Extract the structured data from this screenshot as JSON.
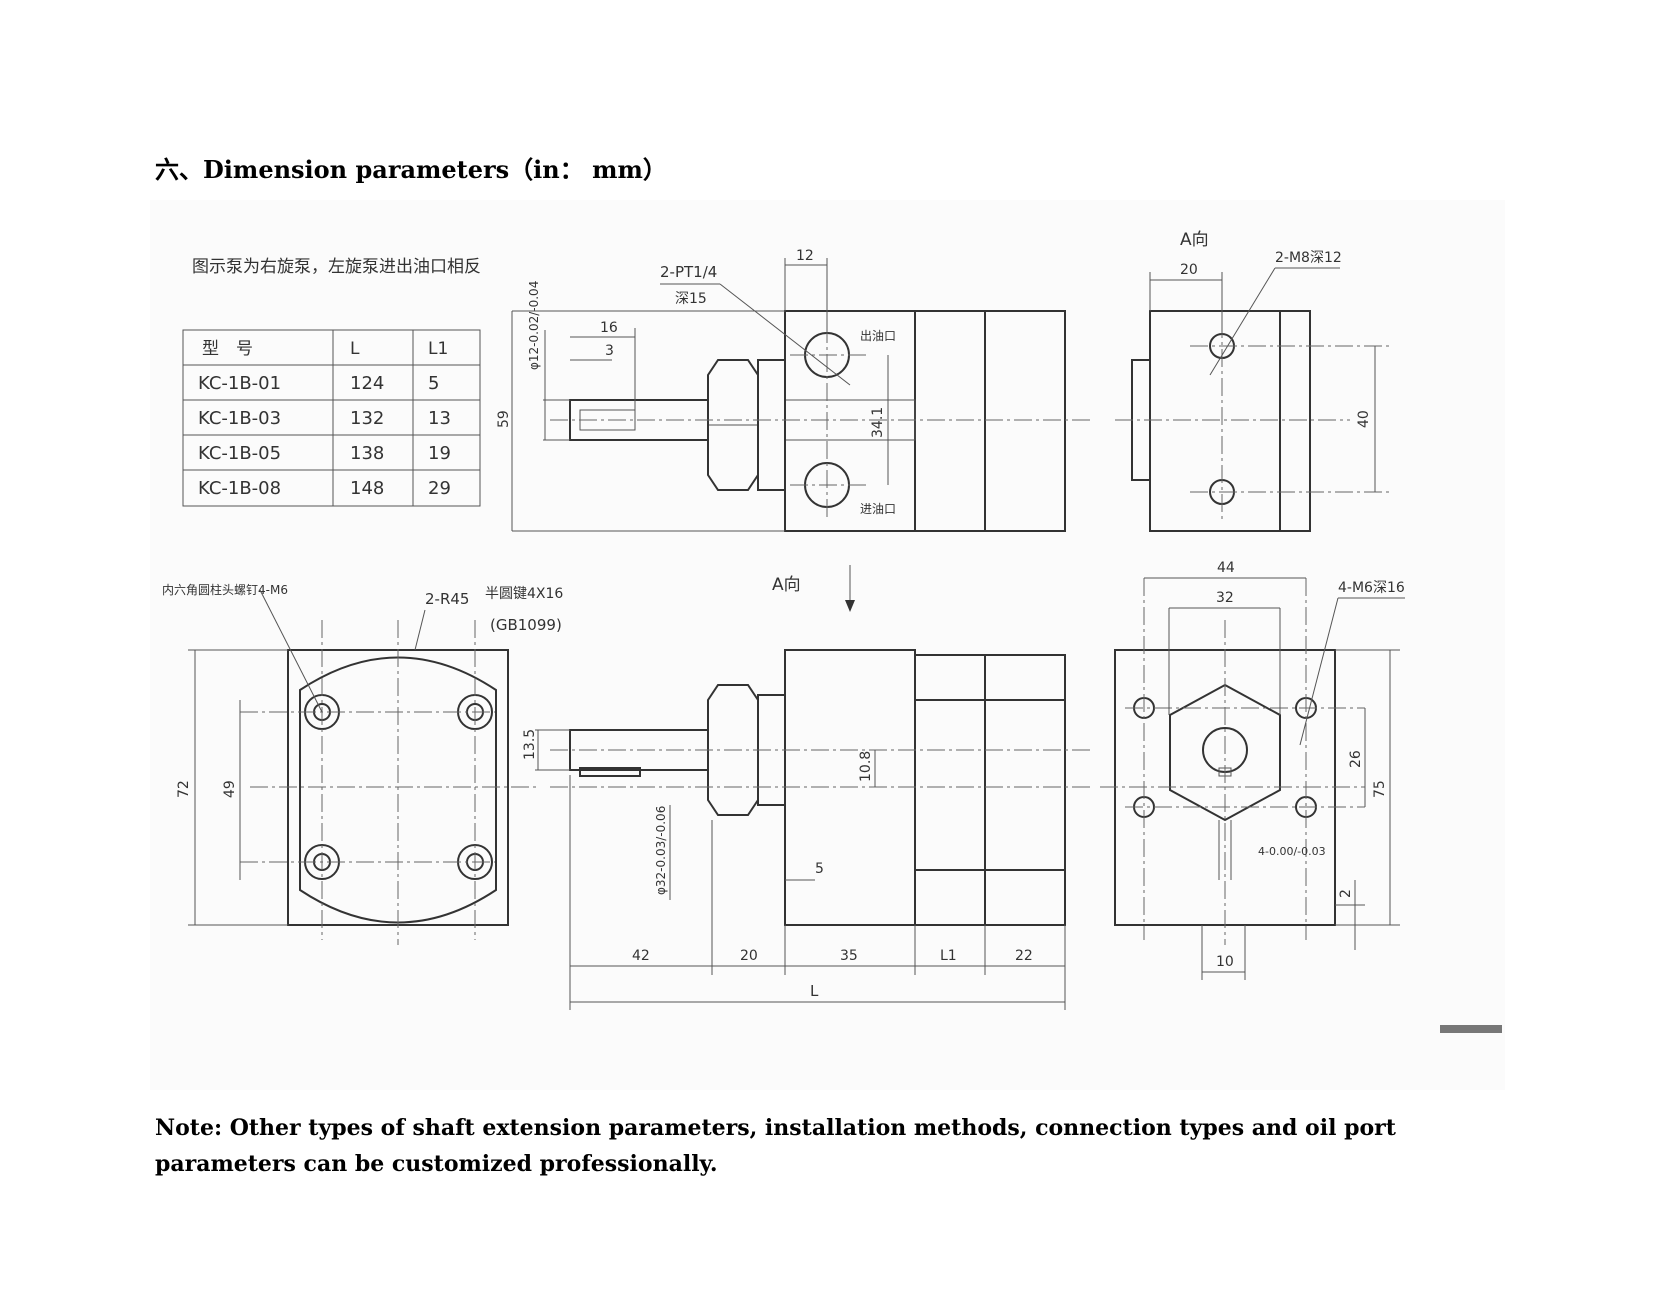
{
  "heading": "六、Dimension parameters（in： mm）",
  "note": "Note: Other types of shaft extension parameters, installation methods, connection types and oil port parameters can be customized professionally.",
  "drawing": {
    "caption": "图示泵为右旋泵，左旋泵进出油口相反",
    "table": {
      "headers": [
        "型　号",
        "L",
        "L1"
      ],
      "rows": [
        [
          "KC-1B-01",
          "124",
          "5"
        ],
        [
          "KC-1B-03",
          "132",
          "13"
        ],
        [
          "KC-1B-05",
          "138",
          "19"
        ],
        [
          "KC-1B-08",
          "148",
          "29"
        ]
      ]
    },
    "labels": {
      "pt_port": "2-PT1/4",
      "depth15": "深15",
      "dim_12": "12",
      "dim_16": "16",
      "dim_3": "3",
      "shaft_dia": "φ12-0.02/-0.04",
      "dim_59": "59",
      "dim_34_1": "34.1",
      "outlet": "出油口",
      "inlet": "进油口",
      "view_a": "A向",
      "view_a_arrow": "A向",
      "dim_20_top": "20",
      "m8": "2-M8深12",
      "dim_40": "40",
      "screw": "内六角圆柱头螺钉4-M6",
      "r45": "2-R45",
      "key": "半圆键4X16",
      "gb": "(GB1099)",
      "dim_72": "72",
      "dim_49": "49",
      "dim_13_5": "13.5",
      "dim_10_8": "10.8",
      "dim_5": "5",
      "dia32": "φ32-0.03/-0.06",
      "dim_42": "42",
      "dim_20": "20",
      "dim_35": "35",
      "dim_L1": "L1",
      "dim_22": "22",
      "dim_L": "L",
      "dim_44": "44",
      "dim_32": "32",
      "m6": "4-M6深16",
      "dim_26": "26",
      "dim_75": "75",
      "dim_4": "4-0.00/-0.03",
      "dim_2": "2",
      "dim_10": "10"
    }
  }
}
